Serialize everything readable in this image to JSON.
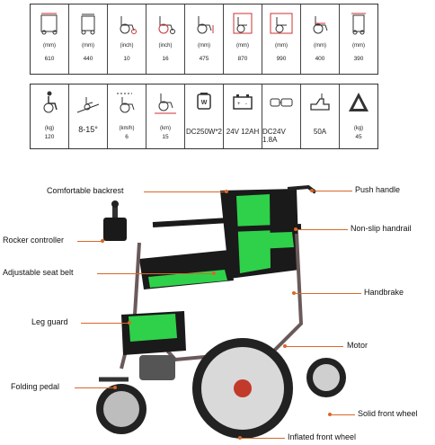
{
  "specs_top": [
    {
      "icon": "overall-width-icon",
      "unit": "(mm)",
      "value": "610"
    },
    {
      "icon": "folded-width-icon",
      "unit": "(mm)",
      "value": "440"
    },
    {
      "icon": "front-wheel-icon",
      "unit": "(inch)",
      "value": "10"
    },
    {
      "icon": "rear-wheel-icon",
      "unit": "(inch)",
      "value": "16"
    },
    {
      "icon": "seat-height-icon",
      "unit": "(mm)",
      "value": "475"
    },
    {
      "icon": "overall-height-icon",
      "unit": "(mm)",
      "value": "870"
    },
    {
      "icon": "overall-length-icon",
      "unit": "(mm)",
      "value": "990"
    },
    {
      "icon": "seat-depth-icon",
      "unit": "(mm)",
      "value": "400"
    },
    {
      "icon": "folded-depth-icon",
      "unit": "(mm)",
      "value": "390"
    }
  ],
  "specs_bottom": [
    {
      "icon": "max-load-icon",
      "unit": "(kg)",
      "value": "120"
    },
    {
      "icon": "climbing-angle-icon",
      "unit": "",
      "value": "8-15°"
    },
    {
      "icon": "speed-icon",
      "unit": "(km/h)",
      "value": "6"
    },
    {
      "icon": "range-icon",
      "unit": "(km)",
      "value": "15"
    },
    {
      "icon": "motor-icon",
      "unit": "",
      "value": "DC250W*2"
    },
    {
      "icon": "battery-icon",
      "unit": "",
      "value": "24V 12AH"
    },
    {
      "icon": "charger-icon",
      "unit": "",
      "value": "DC24V 1.8A"
    },
    {
      "icon": "controller-icon",
      "unit": "",
      "value": "50A"
    },
    {
      "icon": "weight-icon",
      "unit": "(kg)",
      "value": "45"
    }
  ],
  "callouts": {
    "comfortable_backrest": "Comfortable backrest",
    "push_handle": "Push handle",
    "non_slip_handrail": "Non-slip handrail",
    "rocker_controller": "Rocker controller",
    "adjustable_seat_belt": "Adjustable seat belt",
    "handbrake": "Handbrake",
    "leg_guard": "Leg guard",
    "motor": "Motor",
    "folding_pedal": "Folding pedal",
    "solid_front_wheel": "Solid front wheel",
    "inflated_front_wheel": "Inflated front wheel"
  },
  "motor_box_text": "W",
  "colors": {
    "accent_line": "#d8682a",
    "seat_green": "#2fd14a",
    "frame": "#6b5a5a"
  }
}
